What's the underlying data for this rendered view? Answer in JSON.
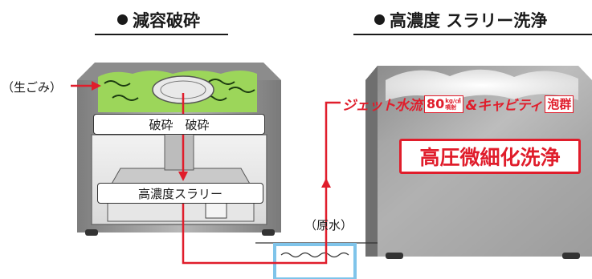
{
  "left": {
    "heading": "減容破砕",
    "input_label": "（生ごみ）",
    "crush_label": "破砕　破砕",
    "slurry_label": "高濃度スラリー"
  },
  "right": {
    "heading": "高濃度 スラリー洗浄",
    "jet_label": "ジェット水流",
    "pressure_value": "80",
    "pressure_unit_top": "kg/㎠",
    "pressure_unit_bottom": "噴射",
    "and_label": "&キャビティ",
    "foam_label": "泡群",
    "wash_title": "高圧微細化洗浄"
  },
  "water_label": "（原水）",
  "colors": {
    "accent_red": "#e01d2b",
    "food_green": "#9cd65a",
    "water_blue": "#7fc4ea",
    "machine_grey": "#9a9a9a"
  }
}
